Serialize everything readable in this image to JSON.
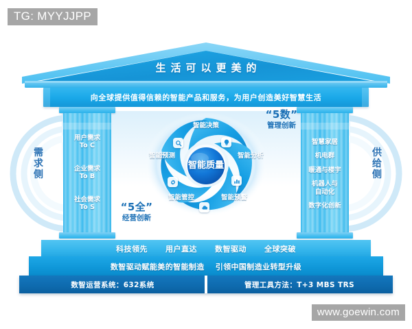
{
  "watermarks": {
    "top": "TG: MYYJJPP",
    "bottom": "www.goewin.com"
  },
  "roof": {
    "title": "生活可以更美的"
  },
  "architrave": {
    "text": "向全球提供值得信赖的智能产品和服务，为用户创造美好智慧生活"
  },
  "sides": {
    "left_label": "需求侧",
    "right_label": "供给侧"
  },
  "pillars": {
    "left": {
      "name": "demand-pillar",
      "items": [
        {
          "title": "用户需求",
          "sub": "To C"
        },
        {
          "title": "企业需求",
          "sub": "To B"
        },
        {
          "title": "社会需求",
          "sub": "To S"
        }
      ]
    },
    "right": {
      "name": "supply-pillar",
      "items": [
        {
          "title": "智慧家居",
          "sub": ""
        },
        {
          "title": "机电群",
          "sub": ""
        },
        {
          "title": "暖通与楼宇",
          "sub": ""
        },
        {
          "title": "机器人与",
          "sub": "自动化"
        },
        {
          "title": "数字化创新",
          "sub": ""
        }
      ]
    }
  },
  "center": {
    "core": "智能质量",
    "nodes": [
      {
        "label": "智能决策",
        "icon": "lightbulb-icon"
      },
      {
        "label": "智能分析",
        "icon": "bar-chart-icon"
      },
      {
        "label": "智能预警",
        "icon": "cloud-icon"
      },
      {
        "label": "智能管控",
        "icon": "gear-icon"
      },
      {
        "label": "智能预测",
        "icon": "search-icon"
      }
    ]
  },
  "callouts": {
    "top_right": {
      "big": "“5数”",
      "small": "管理创新"
    },
    "bottom_left": {
      "big": "“5全”",
      "small": "经营创新"
    }
  },
  "base": {
    "tier1": [
      "科技领先",
      "用户直达",
      "数智驱动",
      "全球突破"
    ],
    "tier2": [
      "数智驱动赋能美的智能制造",
      "引领中国制造业转型升级"
    ],
    "tier3": {
      "left": "数智运营系统：632系统",
      "right": "管理工具方法：T+3  MBS  TRS"
    }
  },
  "colors": {
    "brand_blue": "#19a7e8",
    "deep_blue": "#0b5f9f",
    "pillar_blue": "#36b9ee",
    "text_blue": "#1a6fb5",
    "watermark_gray": "#a6a6a6"
  }
}
